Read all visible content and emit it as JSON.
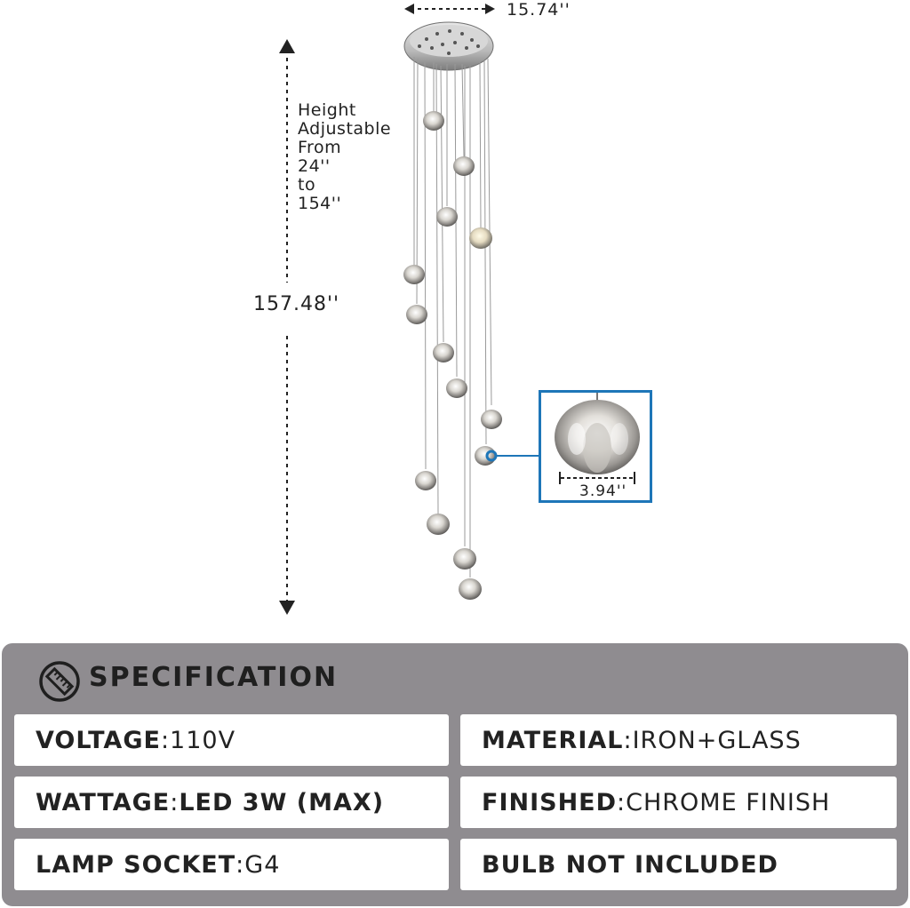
{
  "dimensions": {
    "width": "15.74''",
    "height_note": [
      "Height",
      "Adjustable",
      "From",
      "24''",
      "to",
      "154''"
    ],
    "total_height": "157.48''",
    "globe_diameter": "3.94''"
  },
  "specification": {
    "title": "SPECIFICATION",
    "icon": "ruler-icon",
    "rows": [
      {
        "key": "VOLTAGE",
        "sep": ":",
        "value": "110V"
      },
      {
        "key": "MATERIAL",
        "sep": ":",
        "value": "IRON+GLASS"
      },
      {
        "key": "WATTAGE",
        "sep": ":",
        "value": "LED 3W (MAX)"
      },
      {
        "key": "FINISHED",
        "sep": ":",
        "value": "CHROME FINISH"
      },
      {
        "key": "LAMP SOCKET",
        "sep": ":",
        "value": "G4"
      },
      {
        "key": "BULB NOT INCLUDED",
        "sep": "",
        "value": ""
      }
    ]
  },
  "colors": {
    "panel": "#8f8c90",
    "inset_border": "#1e76b8",
    "card": "#ffffff"
  }
}
